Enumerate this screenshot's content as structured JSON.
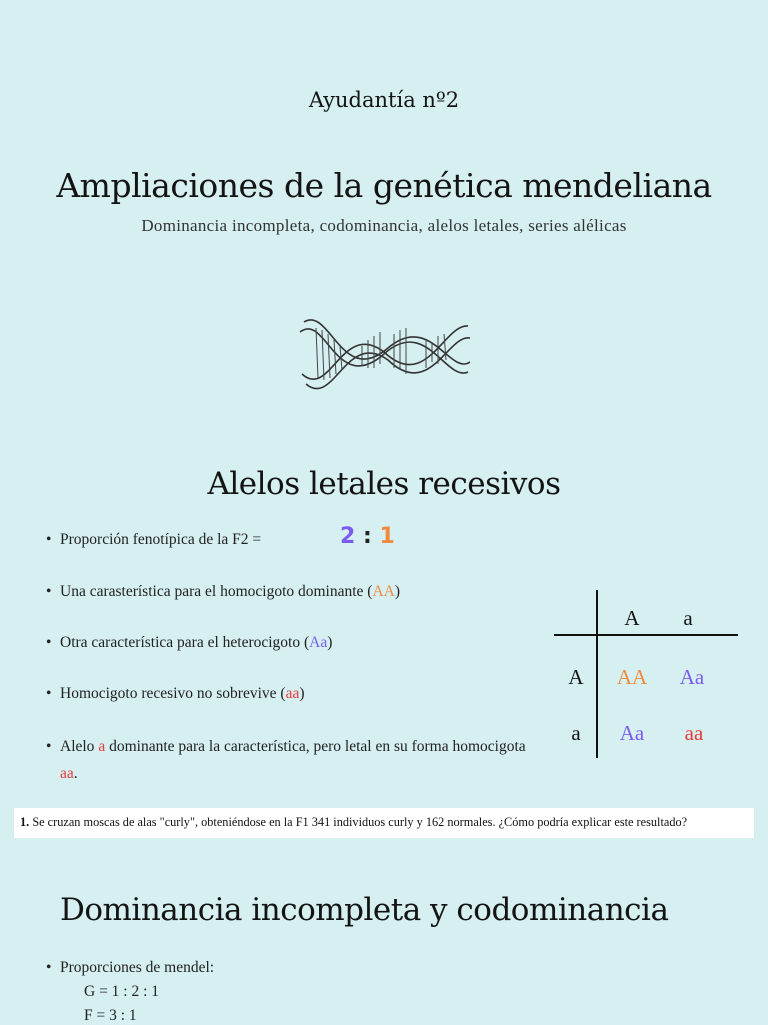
{
  "kicker": "Ayudantía nº2",
  "title": "Ampliaciones de la genética mendeliana",
  "subtitle": "Dominancia incompleta, codominancia, alelos letales, series alélicas",
  "colors": {
    "background": "#d6eff1",
    "purple": "#7b5cf0",
    "orange": "#f08a3c",
    "red": "#e83b3b"
  },
  "section1": {
    "title": "Alelos letales recesivos",
    "bullet1": "Proporción fenotípica de la F2  =",
    "ratio_left": "2",
    "ratio_sep": ":",
    "ratio_right": "1",
    "bullet2_pre": "Una carasterística para el homocigoto dominante (",
    "bullet2_allele": "AA",
    "bullet2_post": ")",
    "bullet3_pre": "Otra característica para el heterocigoto (",
    "bullet3_allele": "Aa",
    "bullet3_post": ")",
    "bullet4_pre": "Homocigoto recesivo no sobrevive (",
    "bullet4_allele": "aa",
    "bullet4_post": ")",
    "bullet5_pre": "Alelo ",
    "bullet5_allele": "a",
    "bullet5_mid": " dominante para la característica, pero letal en su forma homocigota ",
    "bullet5_allele2": "aa",
    "bullet5_post": "."
  },
  "punnett": {
    "col_headers": [
      "A",
      "a"
    ],
    "row_headers": [
      "A",
      "a"
    ],
    "cells": [
      [
        "AA",
        "Aa"
      ],
      [
        "Aa",
        "aa"
      ]
    ]
  },
  "question": {
    "number": "1.",
    "text": "Se cruzan moscas de alas \"curly\", obteniéndose en la F1 341 individuos curly y 162 normales. ¿Cómo podría explicar este resultado?"
  },
  "section2": {
    "title": "Dominancia incompleta y codominancia",
    "bullet1": "Proporciones de mendel:",
    "line_g": "G = 1 : 2 : 1",
    "line_f": "F = 3 : 1"
  }
}
